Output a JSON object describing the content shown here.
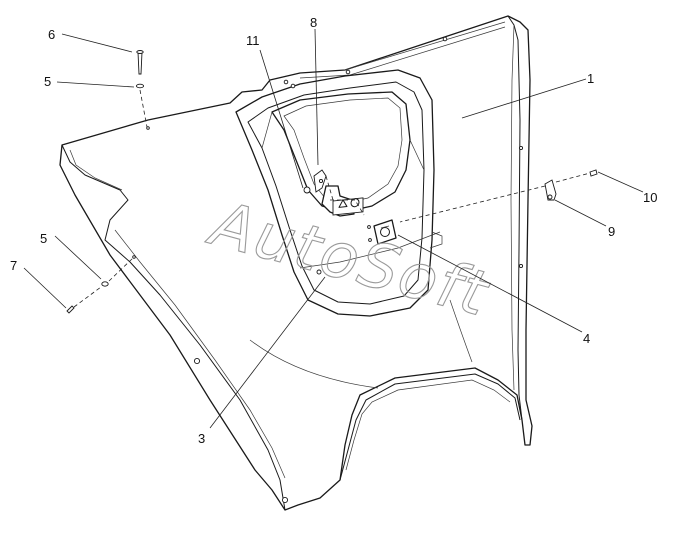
{
  "diagram": {
    "watermark": "AutoSoft",
    "callouts": {
      "c1": "1",
      "c3": "3",
      "c4": "4",
      "c5a": "5",
      "c5b": "5",
      "c6": "6",
      "c7": "7",
      "c8": "8",
      "c9": "9",
      "c10": "10",
      "c11": "11"
    },
    "line_color": "#1a1a1a",
    "watermark_color": "#9a9a9a"
  }
}
